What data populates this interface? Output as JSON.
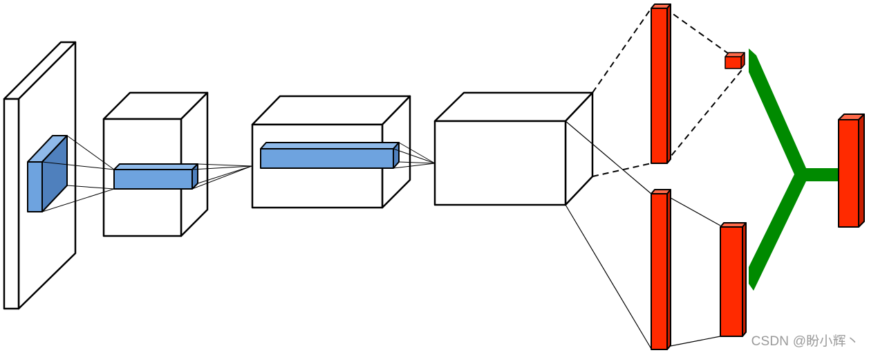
{
  "diagram": {
    "blocks": [
      {
        "id": "input-plane",
        "kind": "box"
      },
      {
        "id": "conv-cube-1",
        "kind": "box"
      },
      {
        "id": "conv-cube-2",
        "kind": "box"
      },
      {
        "id": "feature-cube",
        "kind": "box"
      },
      {
        "id": "kernel-1",
        "kind": "kernel"
      },
      {
        "id": "kernel-2",
        "kind": "kernel"
      },
      {
        "id": "kernel-3",
        "kind": "kernel"
      },
      {
        "id": "branch-top-vector",
        "kind": "vector"
      },
      {
        "id": "branch-top-small-unit",
        "kind": "vector"
      },
      {
        "id": "branch-bottom-vector-1",
        "kind": "vector"
      },
      {
        "id": "branch-bottom-vector-2",
        "kind": "vector"
      },
      {
        "id": "output-vector",
        "kind": "vector"
      }
    ],
    "colors": {
      "box_fill": "#ffffff",
      "outline": "#000000",
      "kernel_front": "#6ea3df",
      "kernel_top": "#8fbaea",
      "kernel_side": "#4f80bd",
      "vector_front": "#ff2a00",
      "vector_top": "#ff6a4a",
      "vector_side": "#c81e00",
      "merge": "#008a00"
    }
  },
  "watermark": "CSDN @盼小辉丶"
}
